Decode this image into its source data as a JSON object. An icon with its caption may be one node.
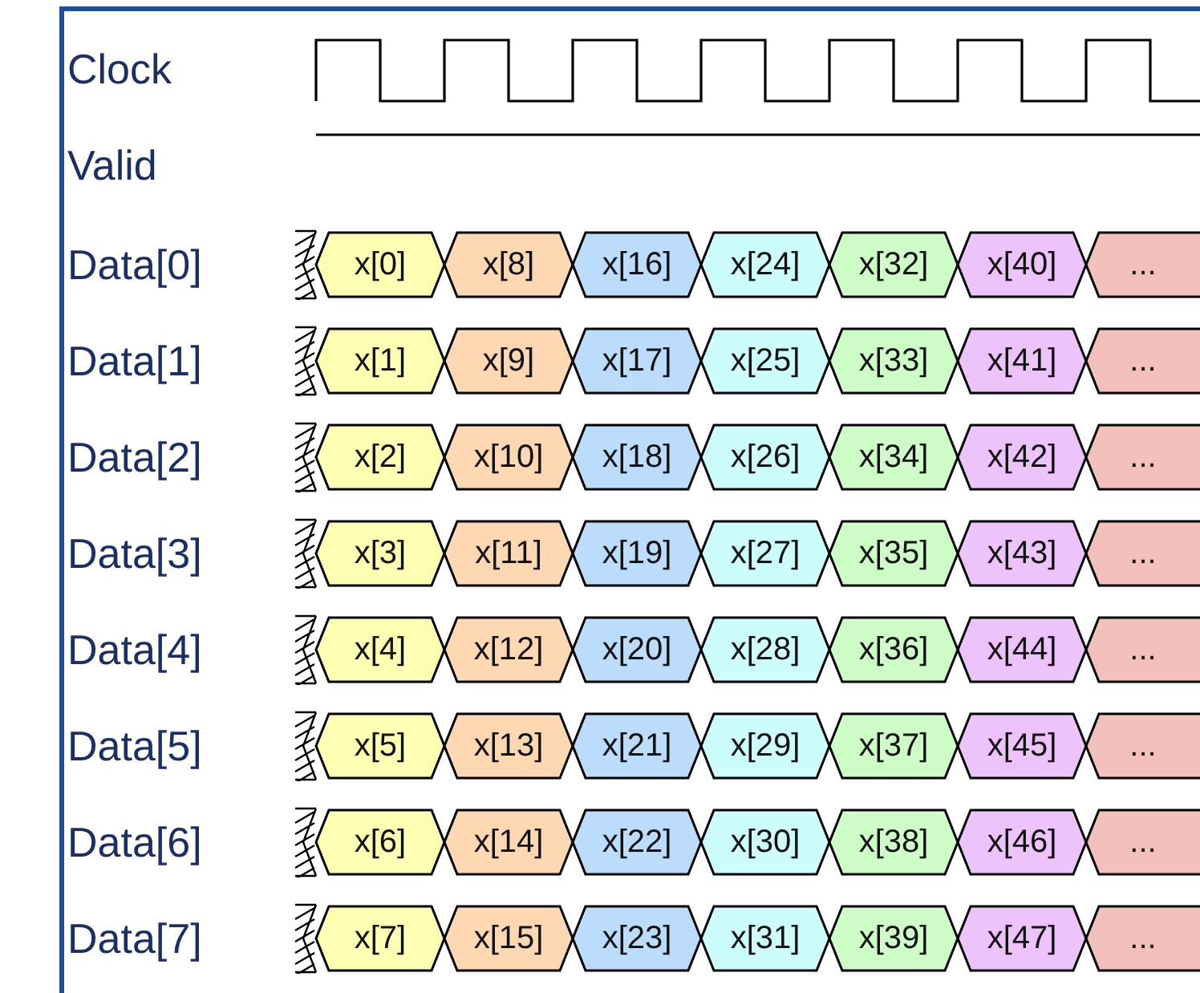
{
  "diagram": {
    "nodes": [
      {
        "text": [
          "x[0]"
        ]
      },
      {
        "text": [
          "x[8]"
        ]
      },
      {
        "text": [
          "x[16]"
        ]
      },
      {
        "text": [
          "x[24]"
        ]
      },
      {
        "text": [
          "x[32]"
        ]
      },
      {
        "text": [
          "x[40]"
        ]
      },
      {
        "text": [
          "..."
        ]
      },
      {
        "text": [
          "x[1]"
        ]
      },
      {
        "text": [
          "x[9]"
        ]
      },
      {
        "text": [
          "x[17]"
        ]
      },
      {
        "text": [
          "x[25]"
        ]
      },
      {
        "text": [
          "x[33]"
        ]
      },
      {
        "text": [
          "x[41]"
        ]
      },
      {
        "text": [
          "..."
        ]
      },
      {
        "text": [
          "x[2]"
        ]
      },
      {
        "text": [
          "x[10]"
        ]
      },
      {
        "text": [
          "x[18]"
        ]
      },
      {
        "text": [
          "x[26]"
        ]
      },
      {
        "text": [
          "x[34]"
        ]
      },
      {
        "text": [
          "x[42]"
        ]
      },
      {
        "text": [
          "..."
        ]
      },
      {
        "text": [
          "x[3]"
        ]
      },
      {
        "text": [
          "x[11]"
        ]
      },
      {
        "text": [
          "x[19]"
        ]
      },
      {
        "text": [
          "x[27]"
        ]
      },
      {
        "text": [
          "x[35]"
        ]
      },
      {
        "text": [
          "x[43]"
        ]
      },
      {
        "text": [
          "..."
        ]
      },
      {
        "text": [
          "x[4]"
        ]
      },
      {
        "text": [
          "x[12]"
        ]
      },
      {
        "text": [
          "x[20]"
        ]
      },
      {
        "text": [
          "x[28]"
        ]
      },
      {
        "text": [
          "x[36]"
        ]
      },
      {
        "text": [
          "x[44]"
        ]
      },
      {
        "text": [
          "..."
        ]
      },
      {
        "text": [
          "x[5]"
        ]
      },
      {
        "text": [
          "x[13]"
        ]
      },
      {
        "text": [
          "x[21]"
        ]
      },
      {
        "text": [
          "x[29]"
        ]
      },
      {
        "text": [
          "x[37]"
        ]
      },
      {
        "text": [
          "x[45]"
        ]
      },
      {
        "text": [
          "..."
        ]
      },
      {
        "text": [
          "x[6]"
        ]
      },
      {
        "text": [
          "x[14]"
        ]
      },
      {
        "text": [
          "x[22]"
        ]
      },
      {
        "text": [
          "x[30]"
        ]
      },
      {
        "text": [
          "x[38]"
        ]
      },
      {
        "text": [
          "x[46]"
        ]
      },
      {
        "text": [
          "..."
        ]
      },
      {
        "text": [
          "x[7]"
        ]
      },
      {
        "text": [
          "x[15]"
        ]
      },
      {
        "text": [
          "x[23]"
        ]
      },
      {
        "text": [
          "x[31]"
        ]
      },
      {
        "text": [
          "x[39]"
        ]
      },
      {
        "text": [
          "x[47]"
        ]
      },
      {
        "text": [
          "..."
        ]
      }
    ],
    "labels": [
      "Clock",
      "Valid",
      "Data[0]",
      "Data[1]",
      "Data[2]",
      "Data[3]",
      "Data[4]",
      "Data[5]",
      "Data[6]",
      "Data[7]"
    ]
  }
}
